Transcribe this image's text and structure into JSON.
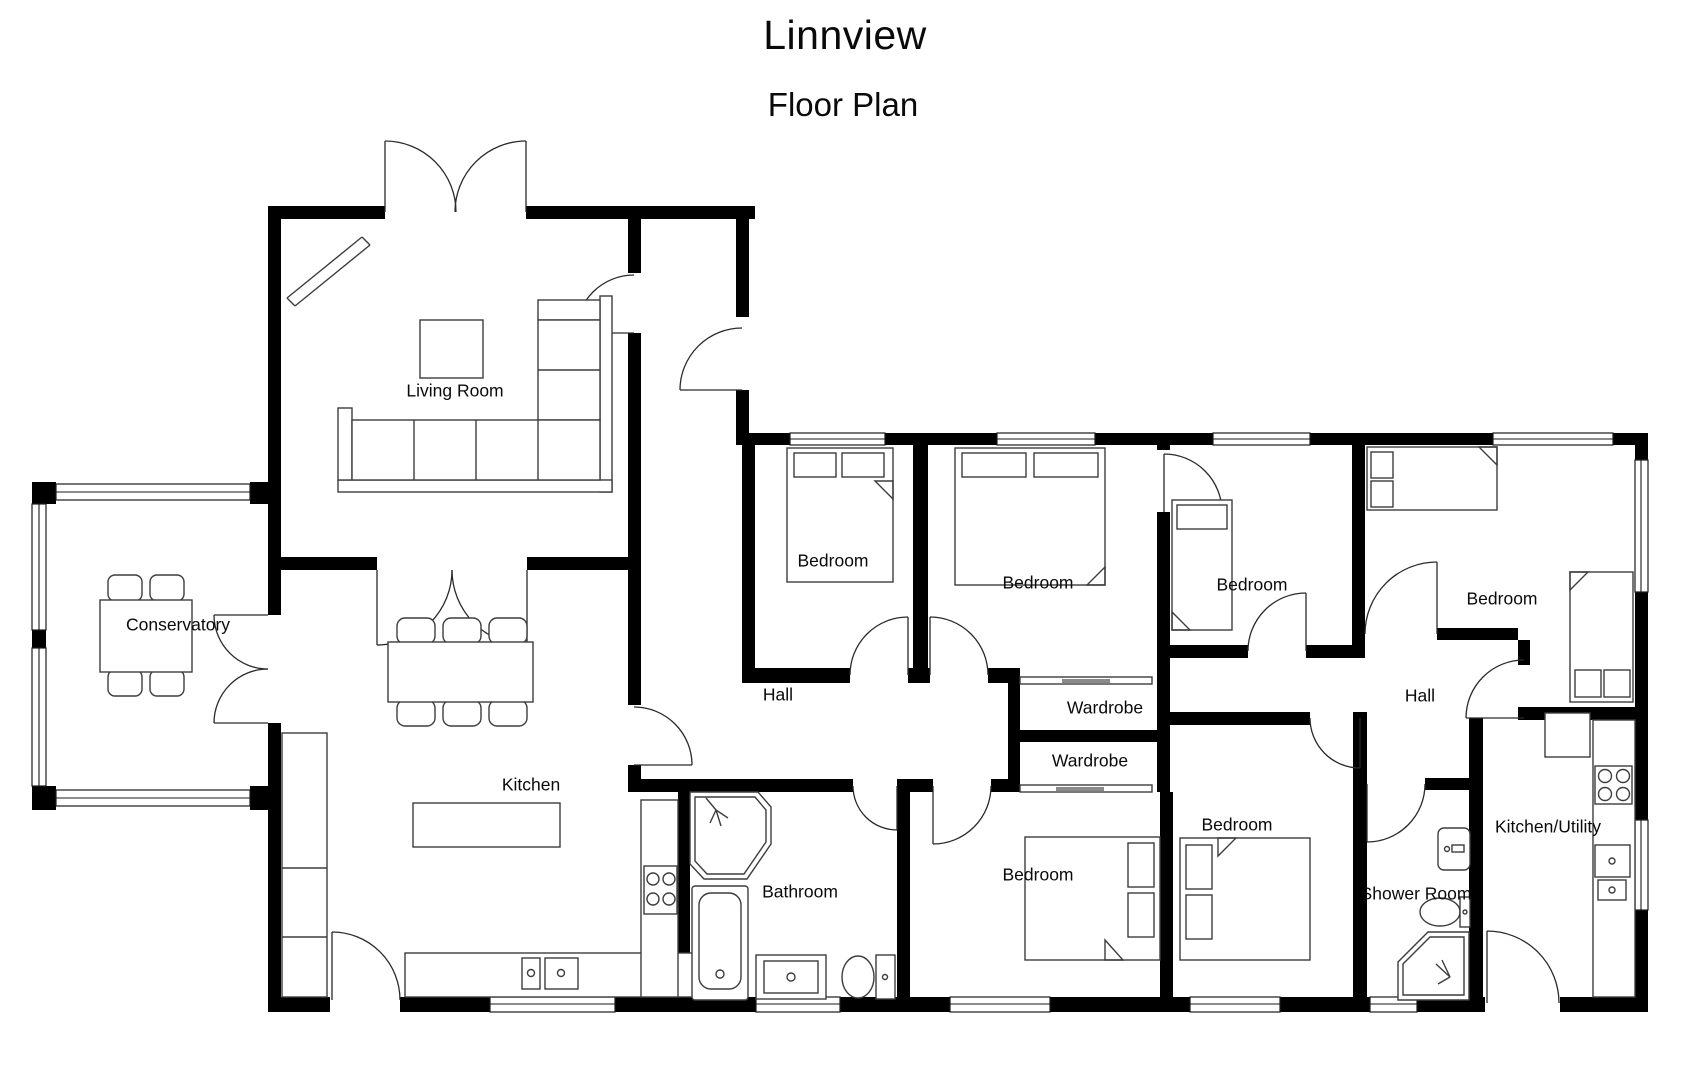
{
  "title": "Linnview",
  "subtitle": "Floor Plan",
  "colors": {
    "wall": "#000000",
    "background": "#ffffff",
    "furniture_stroke": "#3d3d3d",
    "text": "#0a0a0a"
  },
  "rooms": [
    {
      "id": "living-room",
      "label": "Living Room"
    },
    {
      "id": "conservatory",
      "label": "Conservatory"
    },
    {
      "id": "kitchen",
      "label": "Kitchen"
    },
    {
      "id": "hall-1",
      "label": "Hall"
    },
    {
      "id": "bathroom",
      "label": "Bathroom"
    },
    {
      "id": "bedroom-1",
      "label": "Bedroom"
    },
    {
      "id": "bedroom-2",
      "label": "Bedroom"
    },
    {
      "id": "bedroom-3",
      "label": "Bedroom"
    },
    {
      "id": "bedroom-4",
      "label": "Bedroom"
    },
    {
      "id": "wardrobe-1",
      "label": "Wardrobe"
    },
    {
      "id": "wardrobe-2",
      "label": "Wardrobe"
    },
    {
      "id": "hall-2",
      "label": "Hall"
    },
    {
      "id": "bedroom-5",
      "label": "Bedroom"
    },
    {
      "id": "bedroom-6",
      "label": "Bedroom"
    },
    {
      "id": "shower-room",
      "label": "Shower Room"
    },
    {
      "id": "kitchen-utility",
      "label": "Kitchen/Utility"
    }
  ]
}
